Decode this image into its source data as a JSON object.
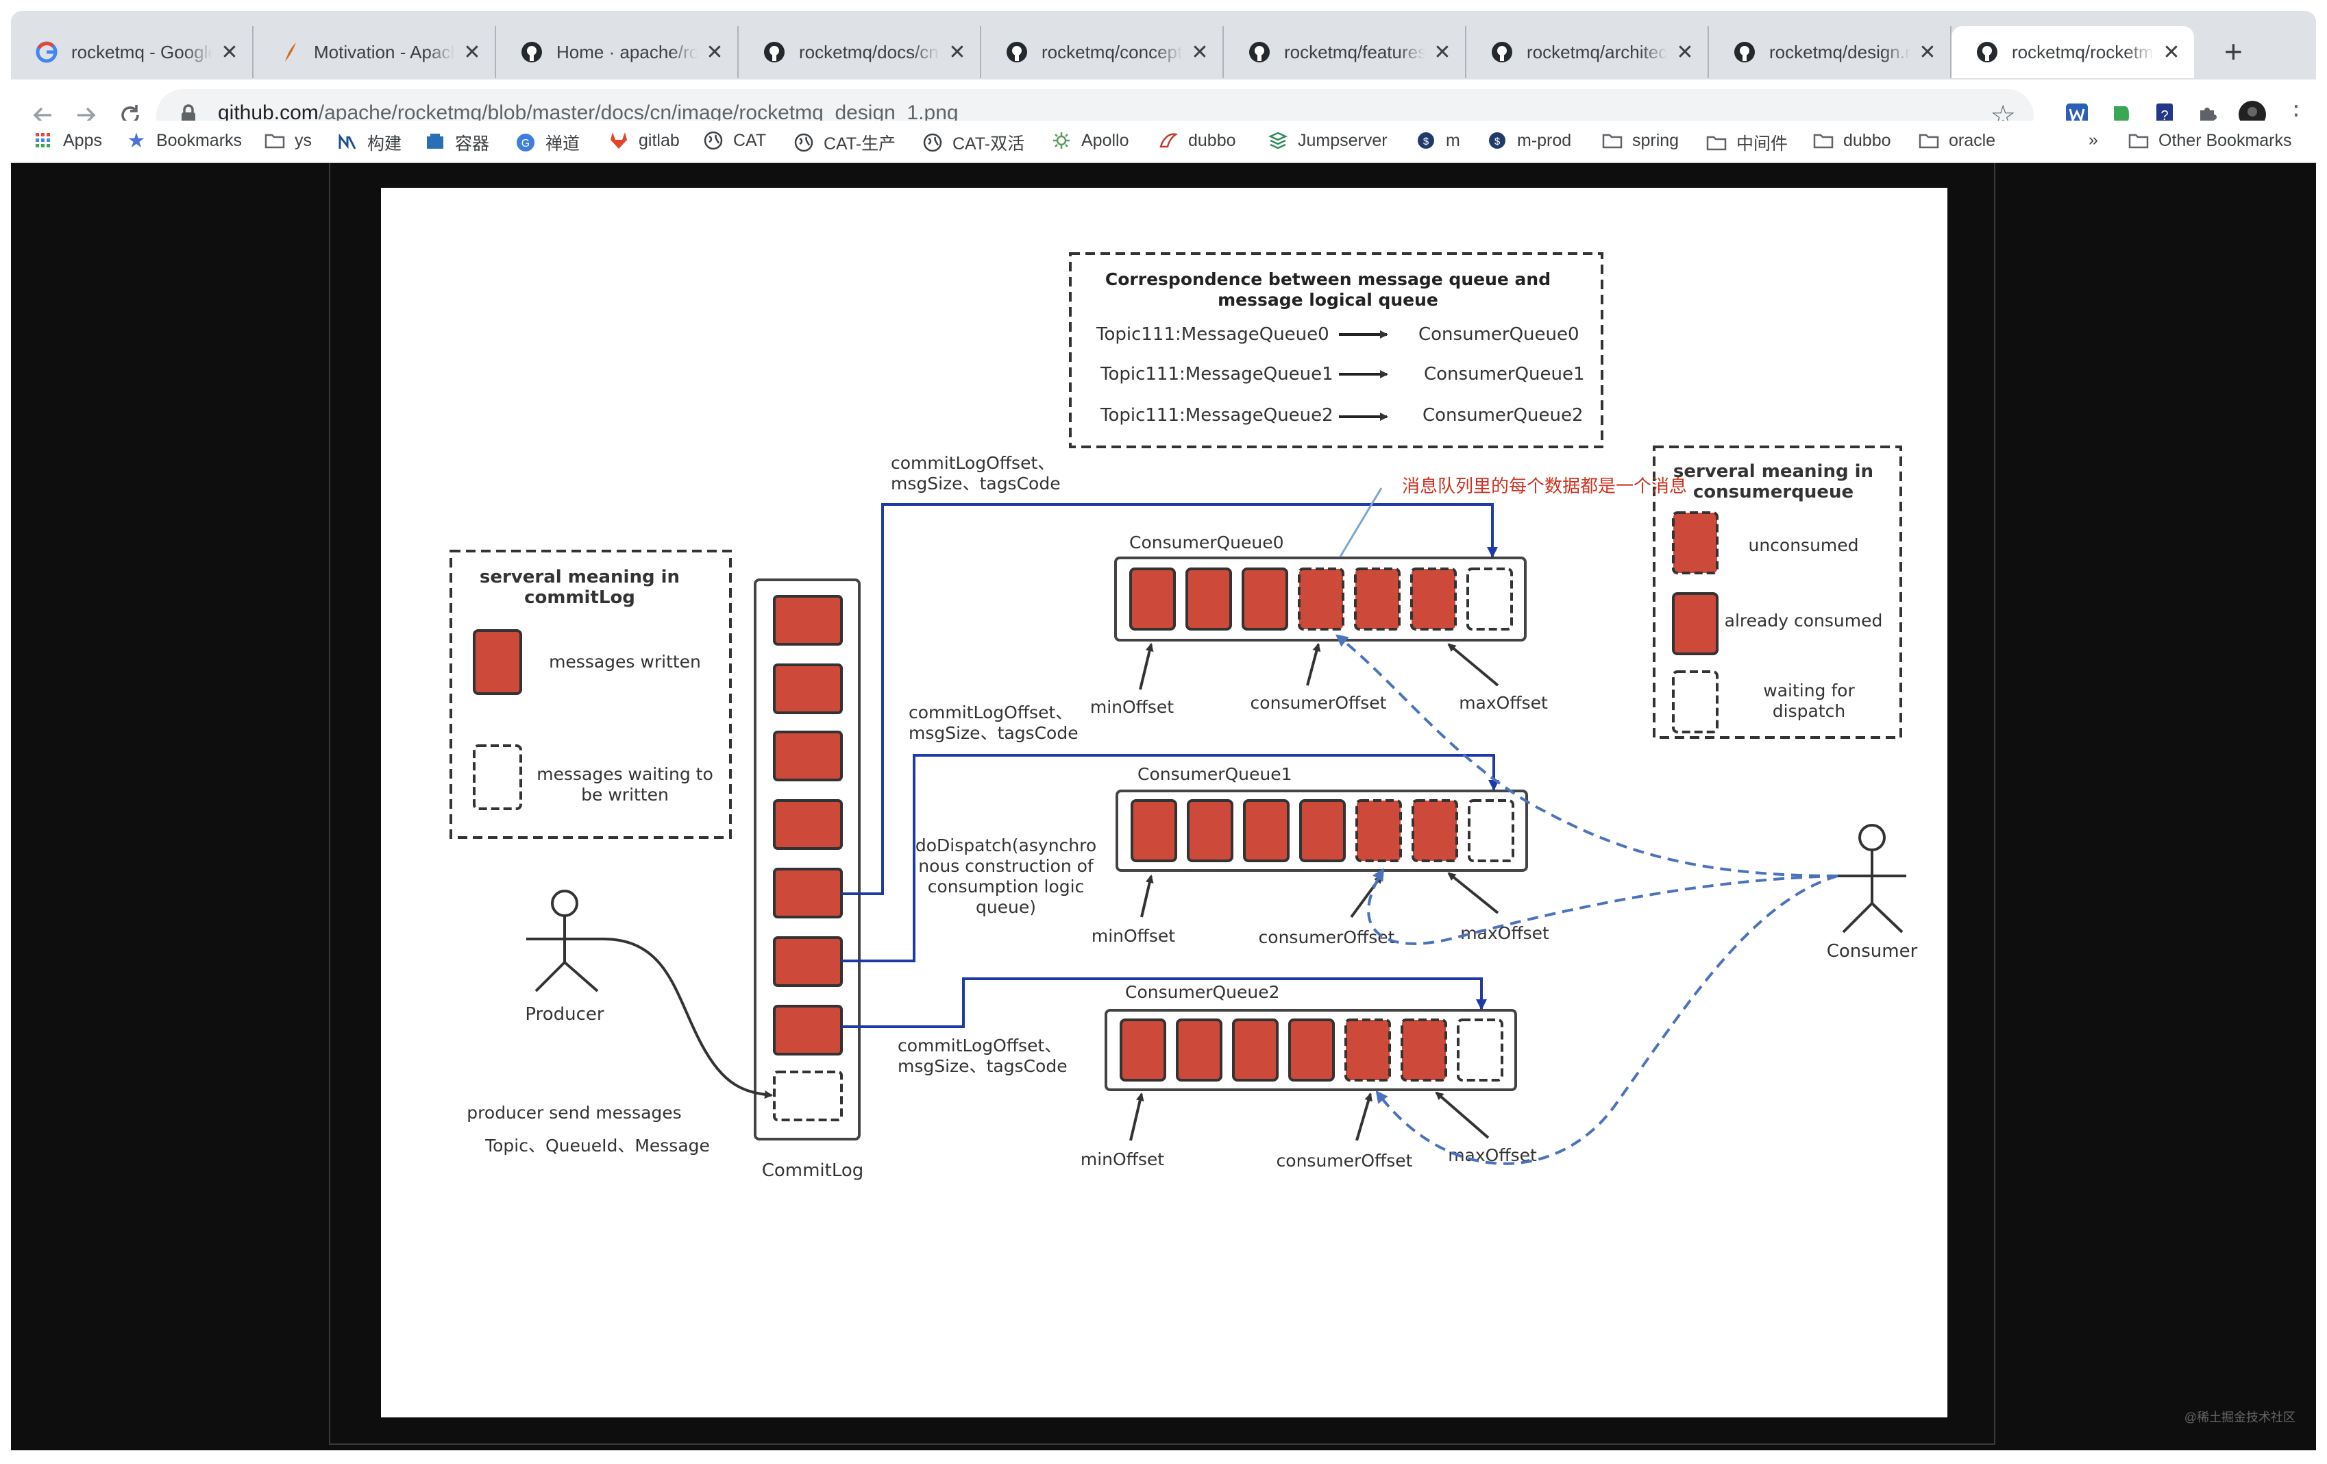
{
  "tabs": [
    {
      "title": "rocketmq - Google",
      "icon": "google-icon",
      "active": false
    },
    {
      "title": "Motivation - Apache",
      "icon": "apache-feather-icon",
      "active": false
    },
    {
      "title": "Home · apache/rock",
      "icon": "github-icon",
      "active": false
    },
    {
      "title": "rocketmq/docs/cn a",
      "icon": "github-icon",
      "active": false
    },
    {
      "title": "rocketmq/concept.r",
      "icon": "github-icon",
      "active": false
    },
    {
      "title": "rocketmq/features.r",
      "icon": "github-icon",
      "active": false
    },
    {
      "title": "rocketmq/architectu",
      "icon": "github-icon",
      "active": false
    },
    {
      "title": "rocketmq/design.m",
      "icon": "github-icon",
      "active": false
    },
    {
      "title": "rocketmq/rocketmq",
      "icon": "github-icon",
      "active": true
    }
  ],
  "toolbar": {
    "url_host": "github.com",
    "url_path": "/apache/rocketmq/blob/master/docs/cn/image/rocketmq_design_1.png"
  },
  "bookmarks": [
    {
      "label": "Apps",
      "icon": "apps-grid-icon"
    },
    {
      "label": "Bookmarks",
      "icon": "star-icon"
    },
    {
      "label": "ys",
      "icon": "folder-icon"
    },
    {
      "label": "构建",
      "icon": "nexus-icon"
    },
    {
      "label": "容器",
      "icon": "container-icon"
    },
    {
      "label": "禅道",
      "icon": "zentao-icon"
    },
    {
      "label": "gitlab",
      "icon": "gitlab-icon"
    },
    {
      "label": "CAT",
      "icon": "globe-icon"
    },
    {
      "label": "CAT-生产",
      "icon": "globe-icon"
    },
    {
      "label": "CAT-双活",
      "icon": "globe-icon"
    },
    {
      "label": "Apollo",
      "icon": "apollo-icon"
    },
    {
      "label": "dubbo",
      "icon": "dubbo-icon"
    },
    {
      "label": "Jumpserver",
      "icon": "jumpserver-icon"
    },
    {
      "label": "m",
      "icon": "m-icon"
    },
    {
      "label": "m-prod",
      "icon": "m-icon"
    },
    {
      "label": "spring",
      "icon": "folder-icon"
    },
    {
      "label": "中间件",
      "icon": "folder-icon"
    },
    {
      "label": "dubbo",
      "icon": "folder-icon"
    },
    {
      "label": "oracle",
      "icon": "folder-icon"
    }
  ],
  "bookmarks_overflow": "»",
  "other_bookmarks": "Other Bookmarks",
  "diagram": {
    "legend_top_title_1": "Correspondence between message queue and",
    "legend_top_title_2": "message logical queue",
    "mappings": [
      {
        "from": "Topic111:MessageQueue0",
        "to": "ConsumerQueue0"
      },
      {
        "from": "Topic111:MessageQueue1",
        "to": "ConsumerQueue1"
      },
      {
        "from": "Topic111:MessageQueue2",
        "to": "ConsumerQueue2"
      }
    ],
    "commitlog_legend_title_1": "serveral meaning in",
    "commitlog_legend_title_2": "commitLog",
    "commitlog_legend_written": "messages written",
    "commitlog_legend_waiting_1": "messages waiting to",
    "commitlog_legend_waiting_2": "be written",
    "cq_legend_title_1": "serveral meaning in",
    "cq_legend_title_2": "consumerqueue",
    "cq_legend_unconsumed": "unconsumed",
    "cq_legend_consumed": "already consumed",
    "cq_legend_waiting_1": "waiting for",
    "cq_legend_waiting_2": "dispatch",
    "annotation": "消息队列里的每个数据都是一个消息",
    "offset_label_1": "commitLogOffset、",
    "offset_label_2": "msgSize、tagsCode",
    "dispatch_1": "doDispatch(asynchro",
    "dispatch_2": "nous construction of",
    "dispatch_3": "consumption logic",
    "dispatch_4": "queue)",
    "queues": [
      "ConsumerQueue0",
      "ConsumerQueue1",
      "ConsumerQueue2"
    ],
    "min_offset": "minOffset",
    "consumer_offset": "consumerOffset",
    "max_offset": "maxOffset",
    "producer": "Producer",
    "producer_send_1": "producer send messages",
    "producer_send_2": "Topic、QueueId、Message",
    "commitlog": "CommitLog",
    "consumer": "Consumer",
    "colors": {
      "message": "#cd4a3a",
      "arrow_blue": "#1f3aa6",
      "dashed_blue": "#4a72bd",
      "annotation": "#cc3322"
    }
  },
  "watermark": "@稀土掘金技术社区"
}
